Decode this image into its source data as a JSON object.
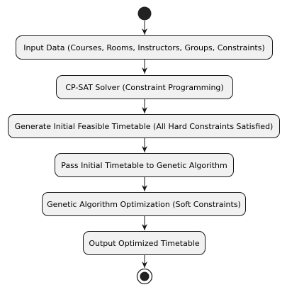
{
  "flow": {
    "steps": [
      "Input Data (Courses, Rooms, Instructors, Groups, Constraints)",
      "CP-SAT Solver (Constraint Programming)",
      "Generate Initial Feasible Timetable (All Hard Constraints Satisfied)",
      "Pass Initial Timetable to Genetic Algorithm",
      "Genetic Algorithm Optimization (Soft Constraints)",
      "Output Optimized Timetable"
    ]
  }
}
